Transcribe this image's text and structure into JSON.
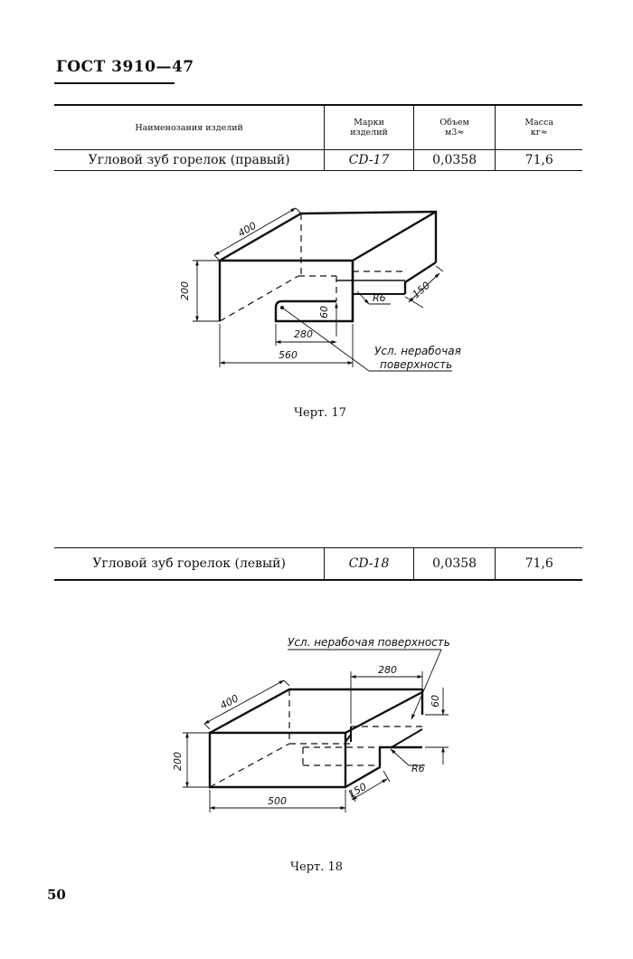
{
  "header": {
    "standard": "ГОСТ 3910—47"
  },
  "table": {
    "headers": [
      "Наименозания изделий",
      "Марки\nизделий",
      "Объем\nм3≈",
      "Масса\nкг≈"
    ],
    "rows": [
      [
        "Угловой зуб горелок (правый)",
        "CD-17",
        "0,0358",
        "71,6"
      ]
    ]
  },
  "figure1": {
    "caption": "Черт. 17",
    "dims": {
      "d400": "400",
      "d200": "200",
      "d60": "60",
      "d280": "280",
      "d560": "560",
      "d150": "150",
      "r6": "R6"
    },
    "note_line1": "Усл. нерабочая",
    "note_line2": "поверхность"
  },
  "table2": {
    "rows": [
      [
        "Угловой зуб горелок (левый)",
        "CD-18",
        "0,0358",
        "71,6"
      ]
    ]
  },
  "figure2": {
    "caption": "Черт. 18",
    "note": "Усл. нерабочая поверхность",
    "dims": {
      "d400": "400",
      "d200": "200",
      "d280": "280",
      "d60": "60",
      "d500": "500",
      "d150": "150",
      "r6": "R6"
    }
  },
  "footer": {
    "page_number": "50"
  }
}
